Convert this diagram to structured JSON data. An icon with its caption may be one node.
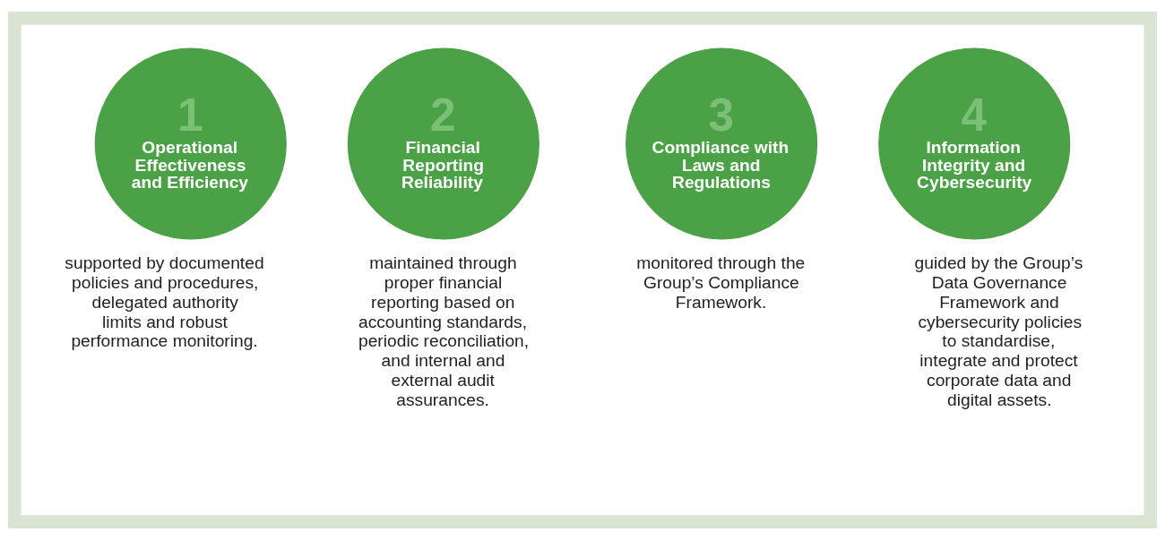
{
  "diagram": {
    "nodes": [
      {
        "text": [],
        "shape": "box"
      },
      {
        "text": [
          "1",
          "Operational Effectiveness and Efficiency"
        ],
        "in": 0,
        "beside": [
          "supported by documented policies and procedures, delegated authority limits and robust performance monitoring."
        ]
      },
      {
        "text": [
          "2",
          "Financial Reporting Reliability"
        ],
        "in": 0,
        "beside": [
          "maintained through proper financial reporting based on accounting standards, periodic reconciliation, and internal and external audit assurances."
        ]
      },
      {
        "text": [
          "3",
          "Compliance with Laws and Regulations"
        ],
        "in": 0,
        "beside": [
          "monitored through the Group’s Compliance Framework."
        ]
      },
      {
        "text": [
          "4",
          "Information Integrity and Cybersecurity"
        ],
        "in": 0,
        "beside": [
          "guided by the Group’s Data Governance Framework and cybersecurity policies to standardise, integrate and protect corporate data and digital assets."
        ]
      }
    ],
    "edges": []
  }
}
